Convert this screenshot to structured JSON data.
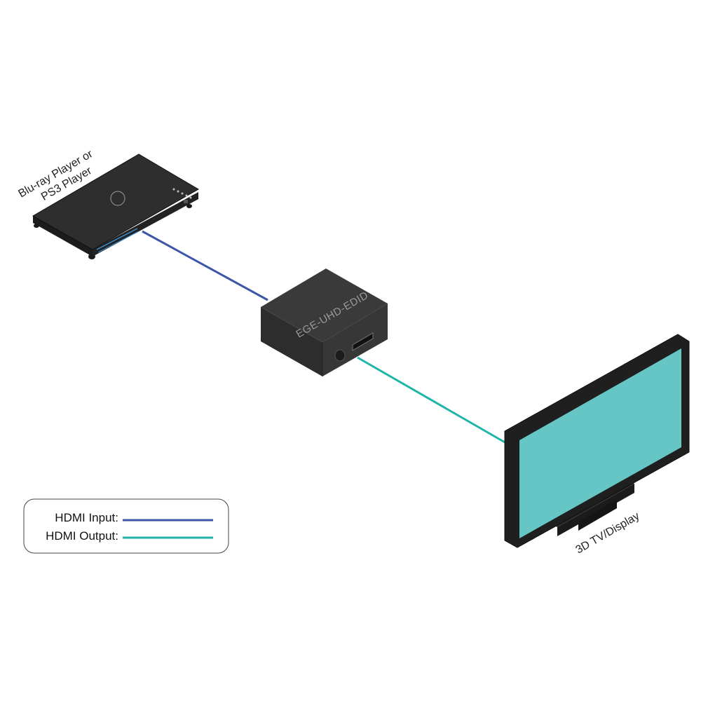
{
  "devices": {
    "source": {
      "label_line1": "Blu-ray Player or",
      "label_line2": "PS3 Player"
    },
    "extender": {
      "label": "EGE-UHD-EDID"
    },
    "display": {
      "label": "3D TV/Display"
    }
  },
  "legend": {
    "input_label": "HDMI Input:",
    "output_label": "HDMI Output:"
  },
  "colors": {
    "hdmi_input": "#3d56a8",
    "hdmi_output": "#1fb5a8",
    "screen": "#66c6c6",
    "device_dark": "#2b2b2b"
  }
}
